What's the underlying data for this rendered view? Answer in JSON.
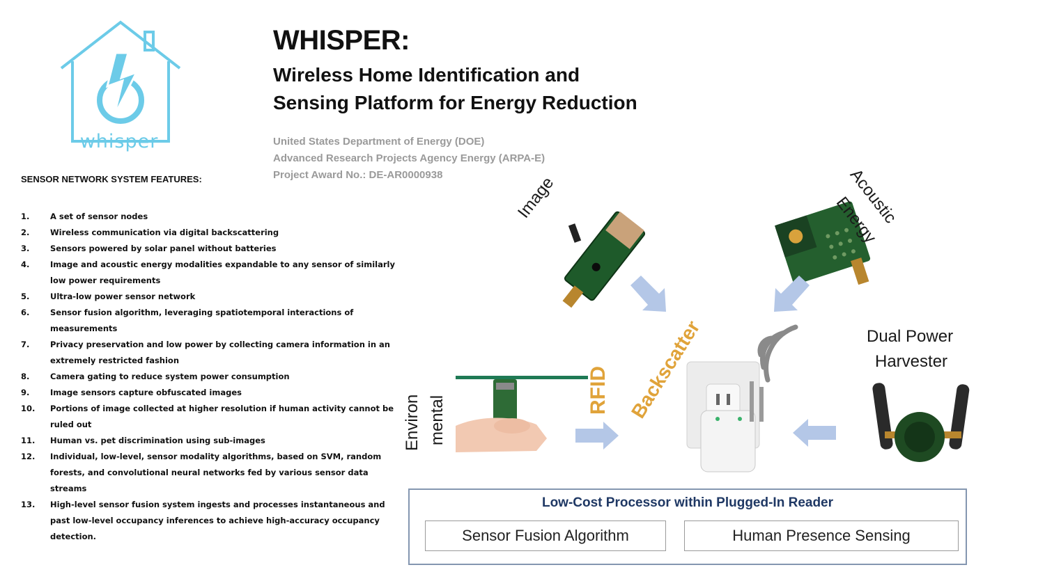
{
  "header": {
    "title": "WHISPER:",
    "subtitle_line1": "Wireless Home Identification and",
    "subtitle_line2": "Sensing Platform for Energy Reduction",
    "agency_line1": "United States Department of Energy (DOE)",
    "agency_line2": "Advanced Research Projects Agency Energy (ARPA-E)",
    "agency_line3": "Project Award No.: DE-AR0000938"
  },
  "logo": {
    "word": "whisper",
    "color": "#6ccbe8"
  },
  "features": {
    "heading": "SENSOR NETWORK SYSTEM FEATURES:",
    "items": [
      {
        "num": "1.",
        "text": "A set of sensor nodes"
      },
      {
        "num": "2.",
        "text": "Wireless communication via digital backscattering"
      },
      {
        "num": "3.",
        "text": "Sensors powered by solar panel without batteries"
      },
      {
        "num": "4.",
        "text": "Image and acoustic energy modalities expandable to any sensor of similarly low power requirements"
      },
      {
        "num": "5.",
        "text": "Ultra-low power sensor network"
      },
      {
        "num": "6.",
        "text": "Sensor fusion algorithm, leveraging spatiotemporal interactions of measurements"
      },
      {
        "num": "7.",
        "text": "Privacy preservation and low power by collecting camera information in an extremely restricted fashion"
      },
      {
        "num": "8.",
        "text": "Camera gating to reduce system power consumption"
      },
      {
        "num": "9.",
        "text": "Image sensors capture obfuscated images"
      },
      {
        "num": "10.",
        "text": "Portions of image collected at higher resolution if human activity cannot be ruled out"
      },
      {
        "num": "11.",
        "text": "Human vs. pet discrimination using sub-images"
      },
      {
        "num": "12.",
        "text": "Individual, low-level, sensor modality algorithms, based on SVM, random forests, and convolutional neural networks fed by various sensor data streams"
      },
      {
        "num": "13.",
        "text": "High-level sensor fusion system ingests and processes instantaneous and past low-level occupancy inferences to achieve high-accuracy occupancy detection."
      }
    ]
  },
  "diagram": {
    "image_label": "Image",
    "acoustic_label_1": "Acoustic",
    "acoustic_label_2": "Energy",
    "dual_power_1": "Dual Power",
    "dual_power_2": "Harvester",
    "env_label_1": "Environ",
    "env_label_2": "mental",
    "rfid": "RFID",
    "backscatter": "Backscatter",
    "processor_title": "Low-Cost Processor within Plugged-In Reader",
    "processor_items": [
      "Sensor Fusion Algorithm",
      "Human Presence Sensing"
    ],
    "colors": {
      "arrow": "#b4c7e7",
      "accent": "#e0a33a",
      "board": "#1e5a2a",
      "box_border": "#8496b0"
    }
  }
}
